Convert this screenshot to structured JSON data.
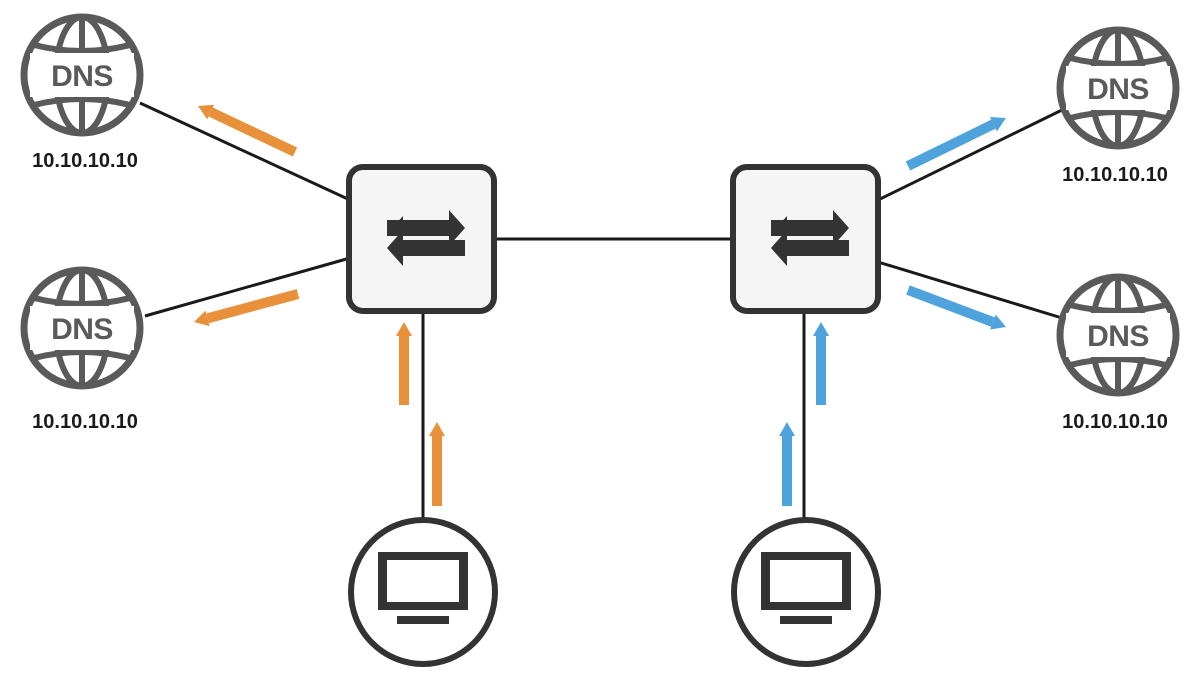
{
  "colors": {
    "line": "#1a1a1a",
    "icon": "#5a5a5a",
    "outline": "#333333",
    "switch_fill": "#f5f5f5",
    "orange": "#e8913a",
    "blue": "#4fa3dc"
  },
  "servers": [
    {
      "id": "dns-top-left",
      "word": "DNS",
      "ip": "10.10.10.10"
    },
    {
      "id": "dns-bottom-left",
      "word": "DNS",
      "ip": "10.10.10.10"
    },
    {
      "id": "dns-top-right",
      "word": "DNS",
      "ip": "10.10.10.10"
    },
    {
      "id": "dns-bottom-right",
      "word": "DNS",
      "ip": "10.10.10.10"
    }
  ],
  "switches": [
    {
      "id": "switch-left",
      "icon": "exchange-arrows-icon"
    },
    {
      "id": "switch-right",
      "icon": "exchange-arrows-icon"
    }
  ],
  "clients": [
    {
      "id": "client-left",
      "icon": "monitor-icon",
      "flow_color": "orange"
    },
    {
      "id": "client-right",
      "icon": "monitor-icon",
      "flow_color": "blue"
    }
  ]
}
